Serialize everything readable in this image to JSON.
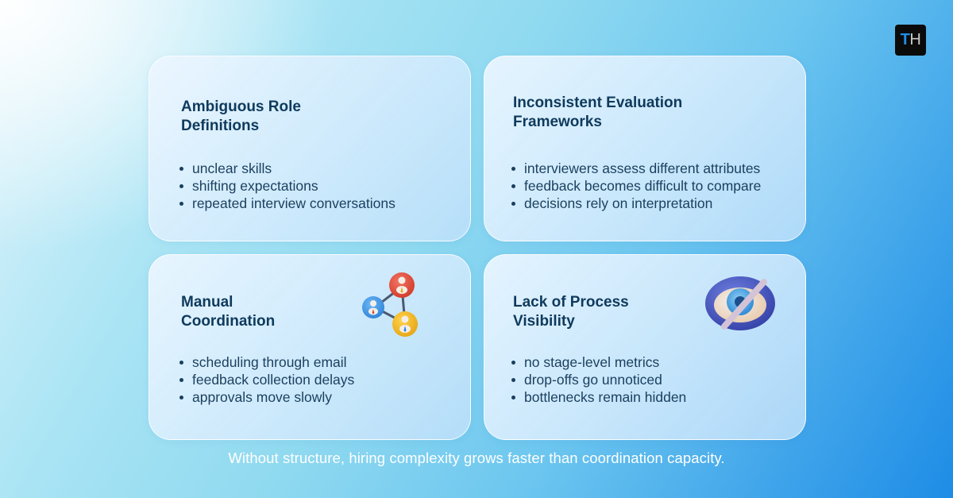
{
  "brand": {
    "logo_t": "T",
    "logo_h": "H"
  },
  "cards": [
    {
      "title": "Ambiguous Role\nDefinitions",
      "points": [
        "unclear skills",
        "shifting expectations",
        "repeated interview conversations"
      ]
    },
    {
      "title": "Inconsistent Evaluation\nFrameworks",
      "points": [
        "interviewers assess different attributes",
        "feedback becomes difficult to compare",
        "decisions rely on interpretation"
      ]
    },
    {
      "title": "Manual\nCoordination",
      "icon": "people-network-icon",
      "points": [
        "scheduling through email",
        "feedback collection delays",
        "approvals move slowly"
      ]
    },
    {
      "title": "Lack of Process\nVisibility",
      "icon": "eye-slash-icon",
      "points": [
        "no stage-level metrics",
        "drop-offs go unnoticed",
        "bottlenecks remain hidden"
      ]
    }
  ],
  "footer": {
    "text": "Without structure, hiring complexity grows faster than coordination capacity."
  },
  "colors": {
    "title": "#0f3a5c",
    "text": "#1a3f5e",
    "logo_accent": "#1f8fe6",
    "bg_end": "#1e8ce6"
  }
}
